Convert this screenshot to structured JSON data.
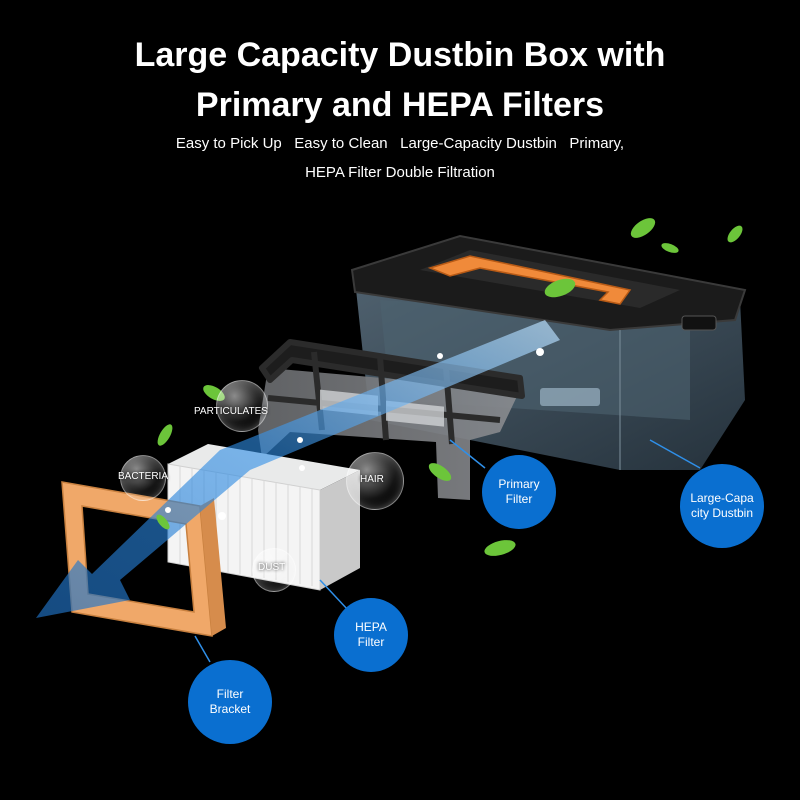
{
  "header": {
    "title_line1": "Large Capacity Dustbin Box with",
    "title_line2": "Primary and HEPA Filters",
    "subtitle_line1": "Easy to Pick Up   Easy to Clean   Large-Capacity Dustbin   Primary,",
    "subtitle_line2": "HEPA Filter Double Filtration"
  },
  "particles": {
    "particulates": "PARTICULATES",
    "bacteria": "BACTERIA",
    "hair": "HAIR",
    "dust": "DUST"
  },
  "callouts": {
    "primary_filter": "Primary Filter",
    "large_capacity_dustbin": "Large-Capacity Dustbin",
    "hepa_filter": "HEPA Filter",
    "filter_bracket": "Filter Bracket"
  },
  "colors": {
    "background": "#000000",
    "callout_blue": "#0a6fd0",
    "bracket_orange": "#f0a869",
    "airflow_blue": "#2f8fe8",
    "leaf_green": "#6cc53a"
  }
}
